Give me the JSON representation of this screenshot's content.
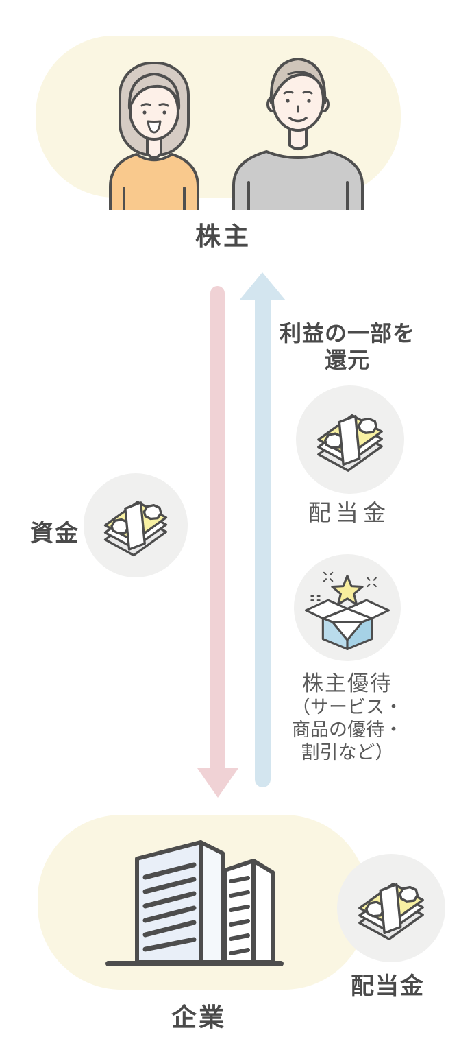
{
  "diagram": {
    "shareholders": {
      "label": "株主"
    },
    "company": {
      "label": "企業"
    },
    "flows": {
      "funds_label": "資金",
      "returns_heading": "利益の一部を\n還元"
    },
    "returns_items": {
      "dividend_label": "配当金",
      "benefit_label": "株主優待",
      "benefit_note": "（サービス・\n商品の優待・\n割引など）",
      "dividend_bottom_label": "配当金"
    },
    "icons": {
      "shareholders": "couple-illustration",
      "company": "office-buildings-icon",
      "funds": "money-stack-icon",
      "dividend": "money-stack-icon",
      "benefit": "gift-box-star-icon"
    },
    "colors": {
      "background": "#ffffff",
      "blob_yellow": "#faf6e2",
      "circle_gray": "#f0f0ef",
      "arrow_pink": "#f0d2d5",
      "arrow_blue": "#d3e5ef",
      "text_dark": "#4a4a4a",
      "text_gray": "#595959",
      "outline": "#4d4d4d",
      "bill_yellow": "#f8f1a3",
      "box_blue": "#a6d2e6",
      "star_yellow": "#f8ee9e",
      "shirt_orange": "#f9c98d",
      "shirt_gray": "#cbcbcb"
    }
  }
}
